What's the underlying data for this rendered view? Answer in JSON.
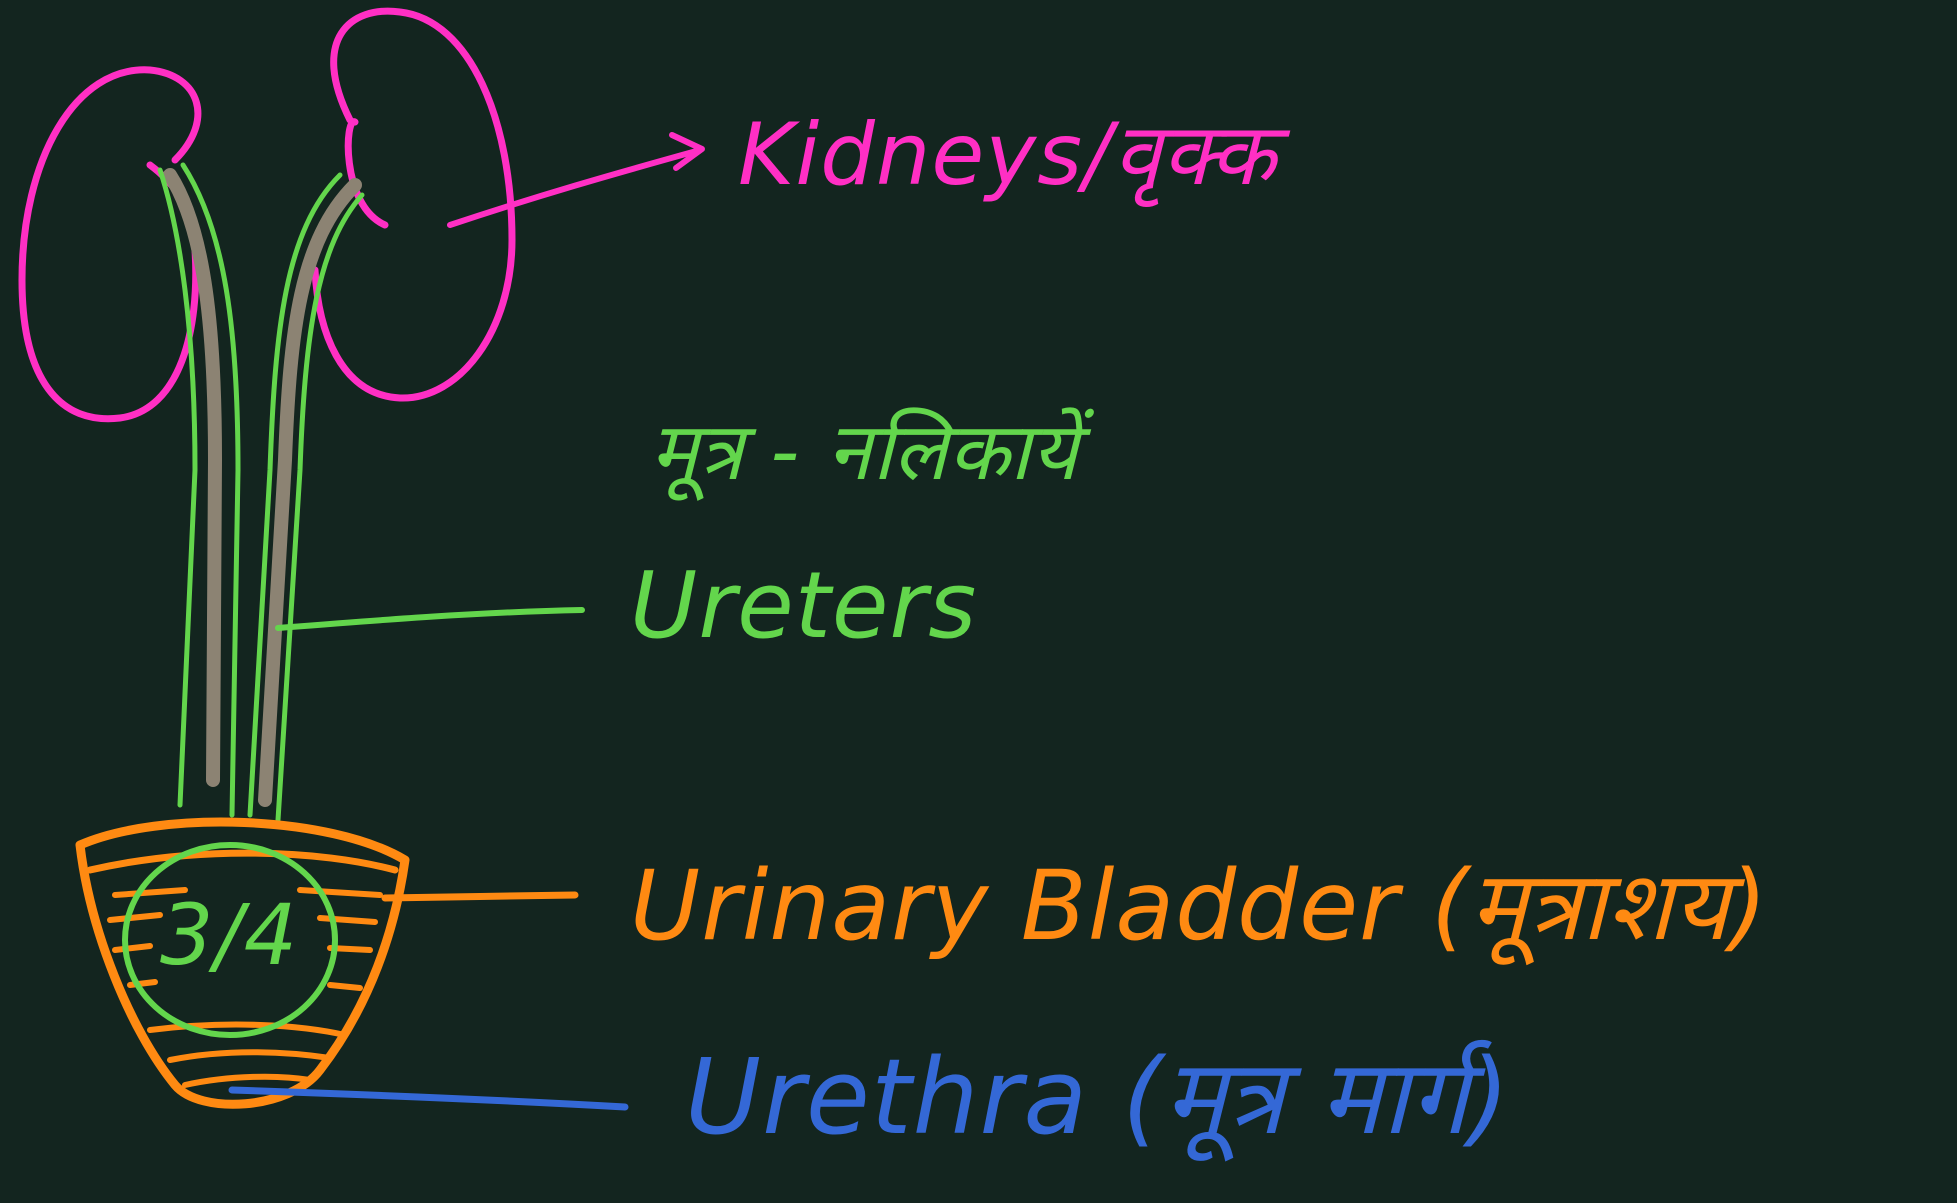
{
  "labels": {
    "kidneys": "Kidneys/वृक्क",
    "ureters_hindi": "मूत्र - नलिकायें",
    "ureters": "Ureters",
    "bladder": "Urinary Bladder (मूत्राशय)",
    "urethra": "Urethra (मूत्र मार्ग)",
    "fraction": "3/4"
  },
  "colors": {
    "background": "#13251f",
    "kidneys": "#ff2fc4",
    "ureters": "#63d64c",
    "bladder": "#ff8a12",
    "urethra": "#3468d6",
    "ureter_fill": "#8c8373"
  }
}
